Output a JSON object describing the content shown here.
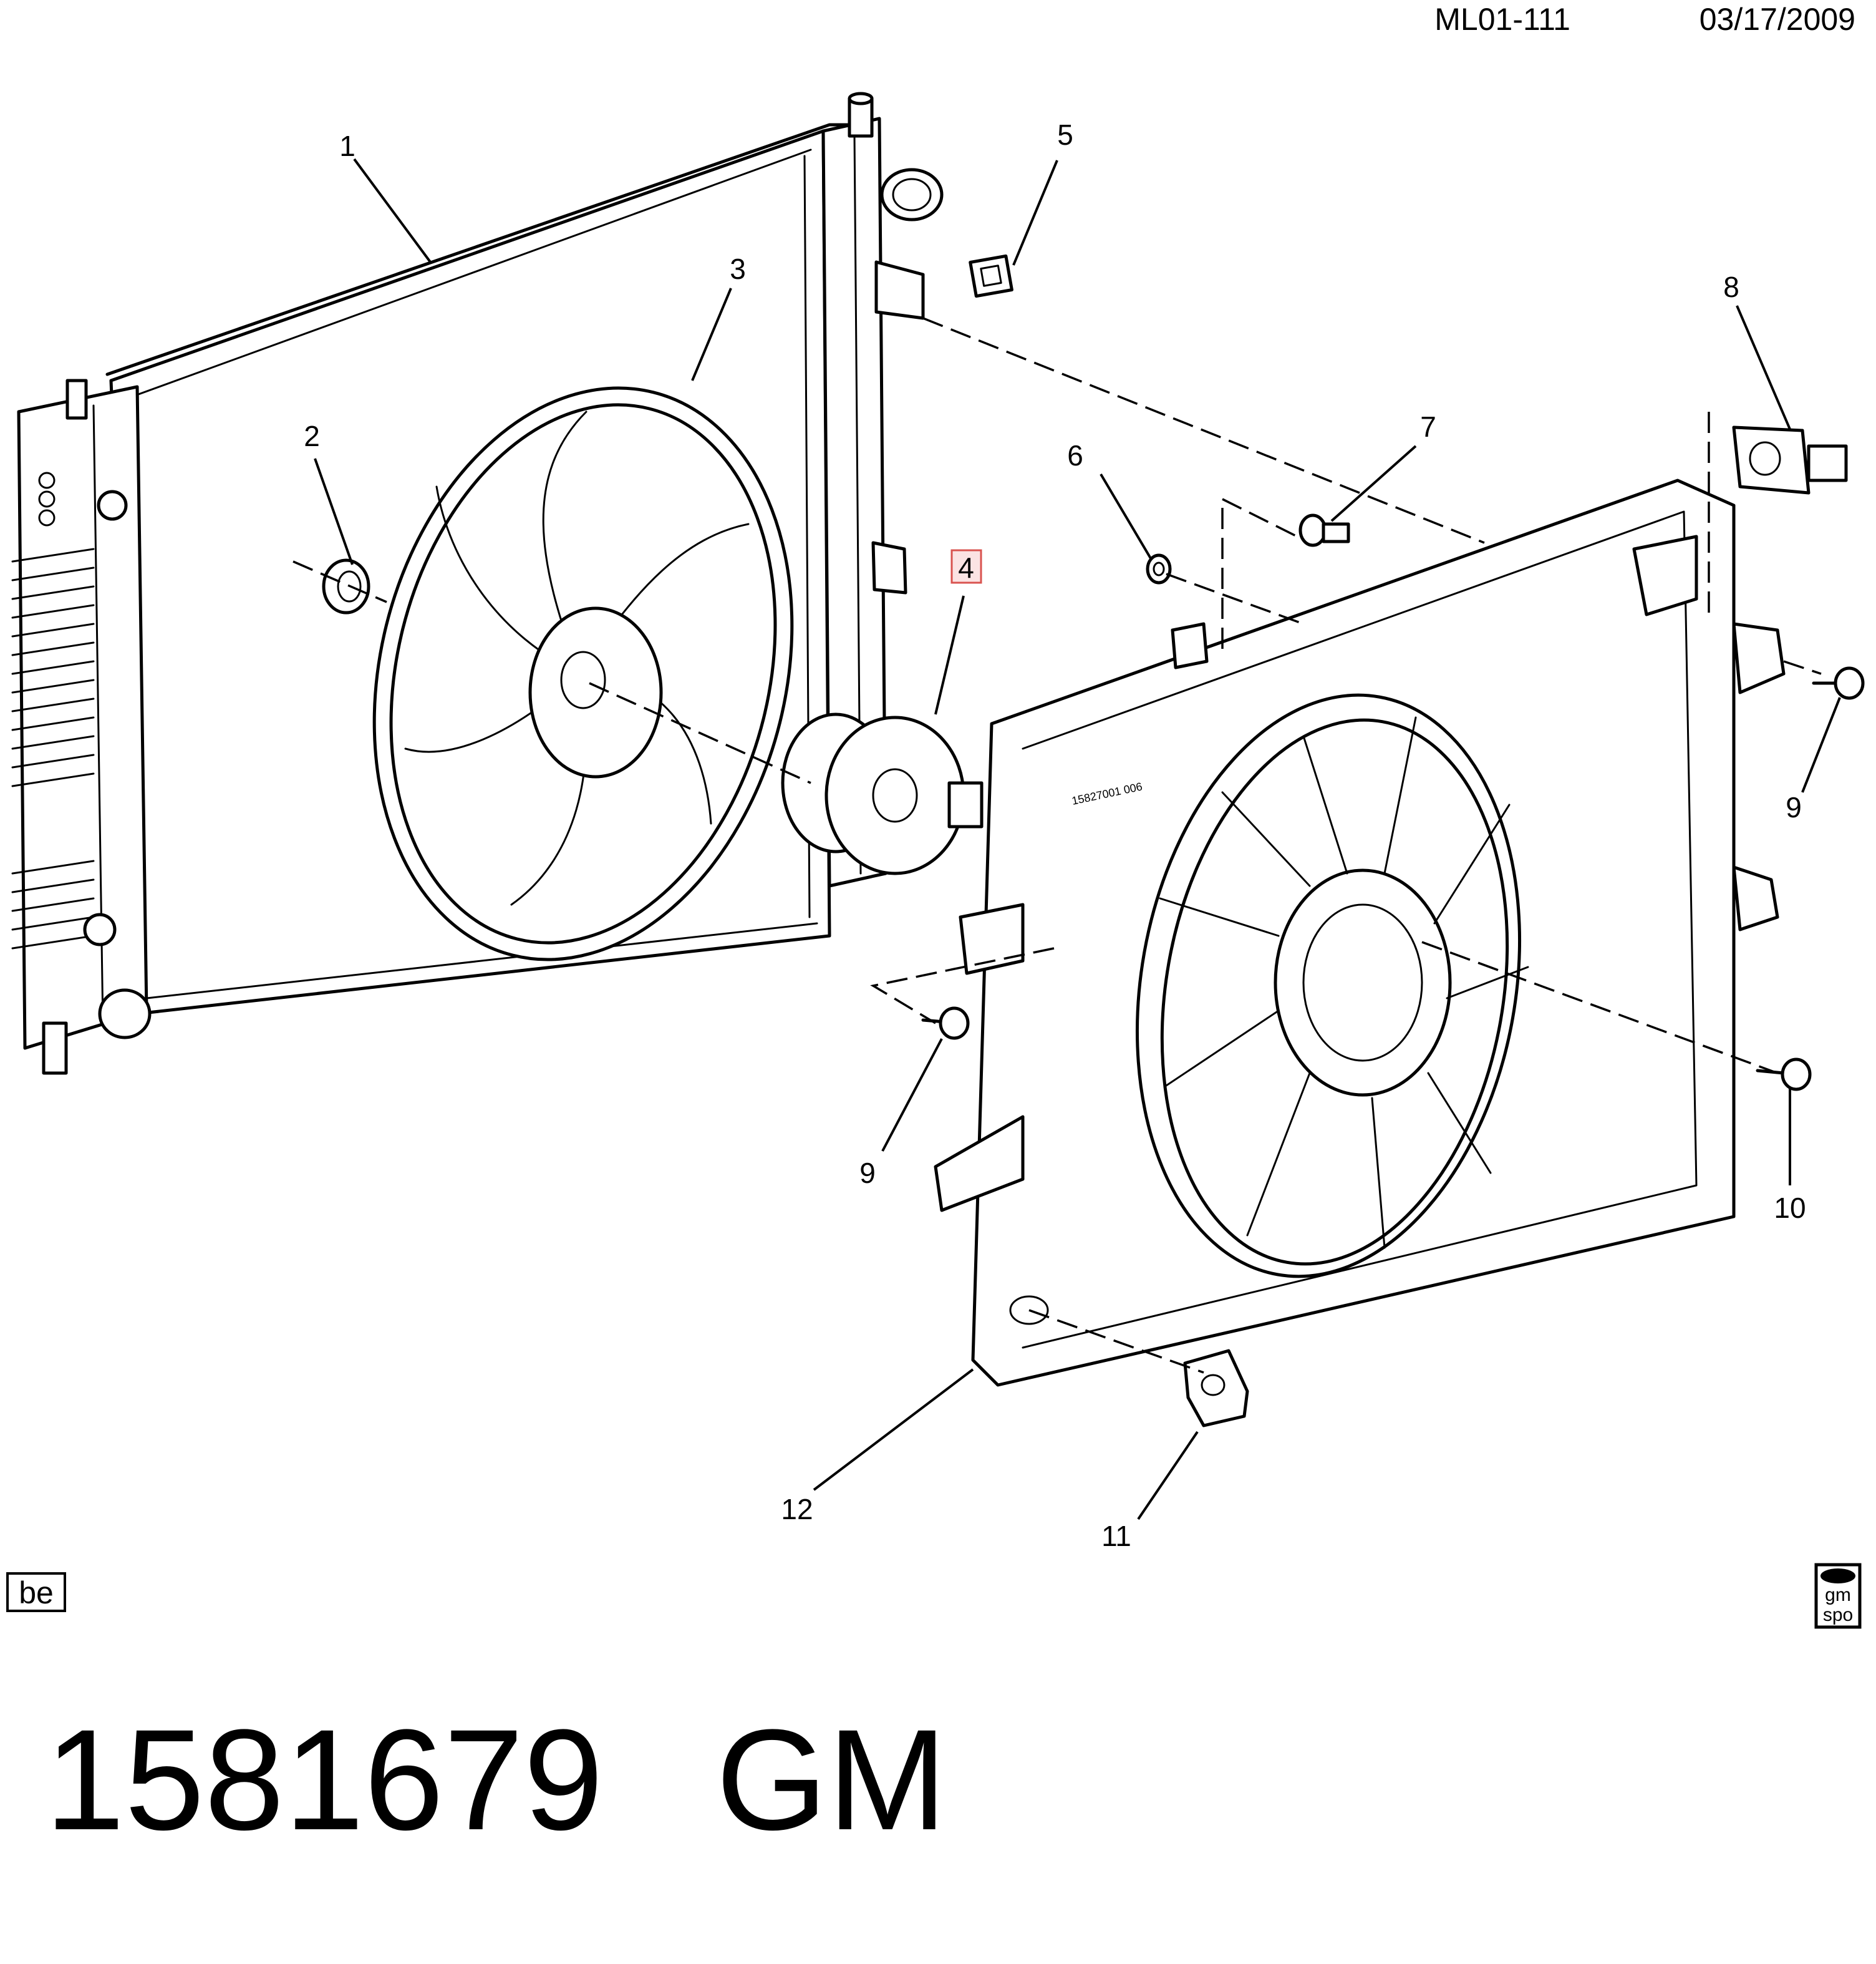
{
  "header": {
    "code": "ML01-111",
    "date": "03/17/2009"
  },
  "callouts": {
    "c1": "1",
    "c2": "2",
    "c3": "3",
    "c4": "4",
    "c5": "5",
    "c6": "6",
    "c7": "7",
    "c8": "8",
    "c9a": "9",
    "c9b": "9",
    "c10": "10",
    "c11": "11",
    "c12": "12"
  },
  "highlight_color": "#d9534f",
  "shroud_stamp": "15827001 006",
  "badges": {
    "left": "be",
    "right_top": "gm",
    "right_bottom": "spo"
  },
  "part_number": "1581679",
  "brand": "GM"
}
